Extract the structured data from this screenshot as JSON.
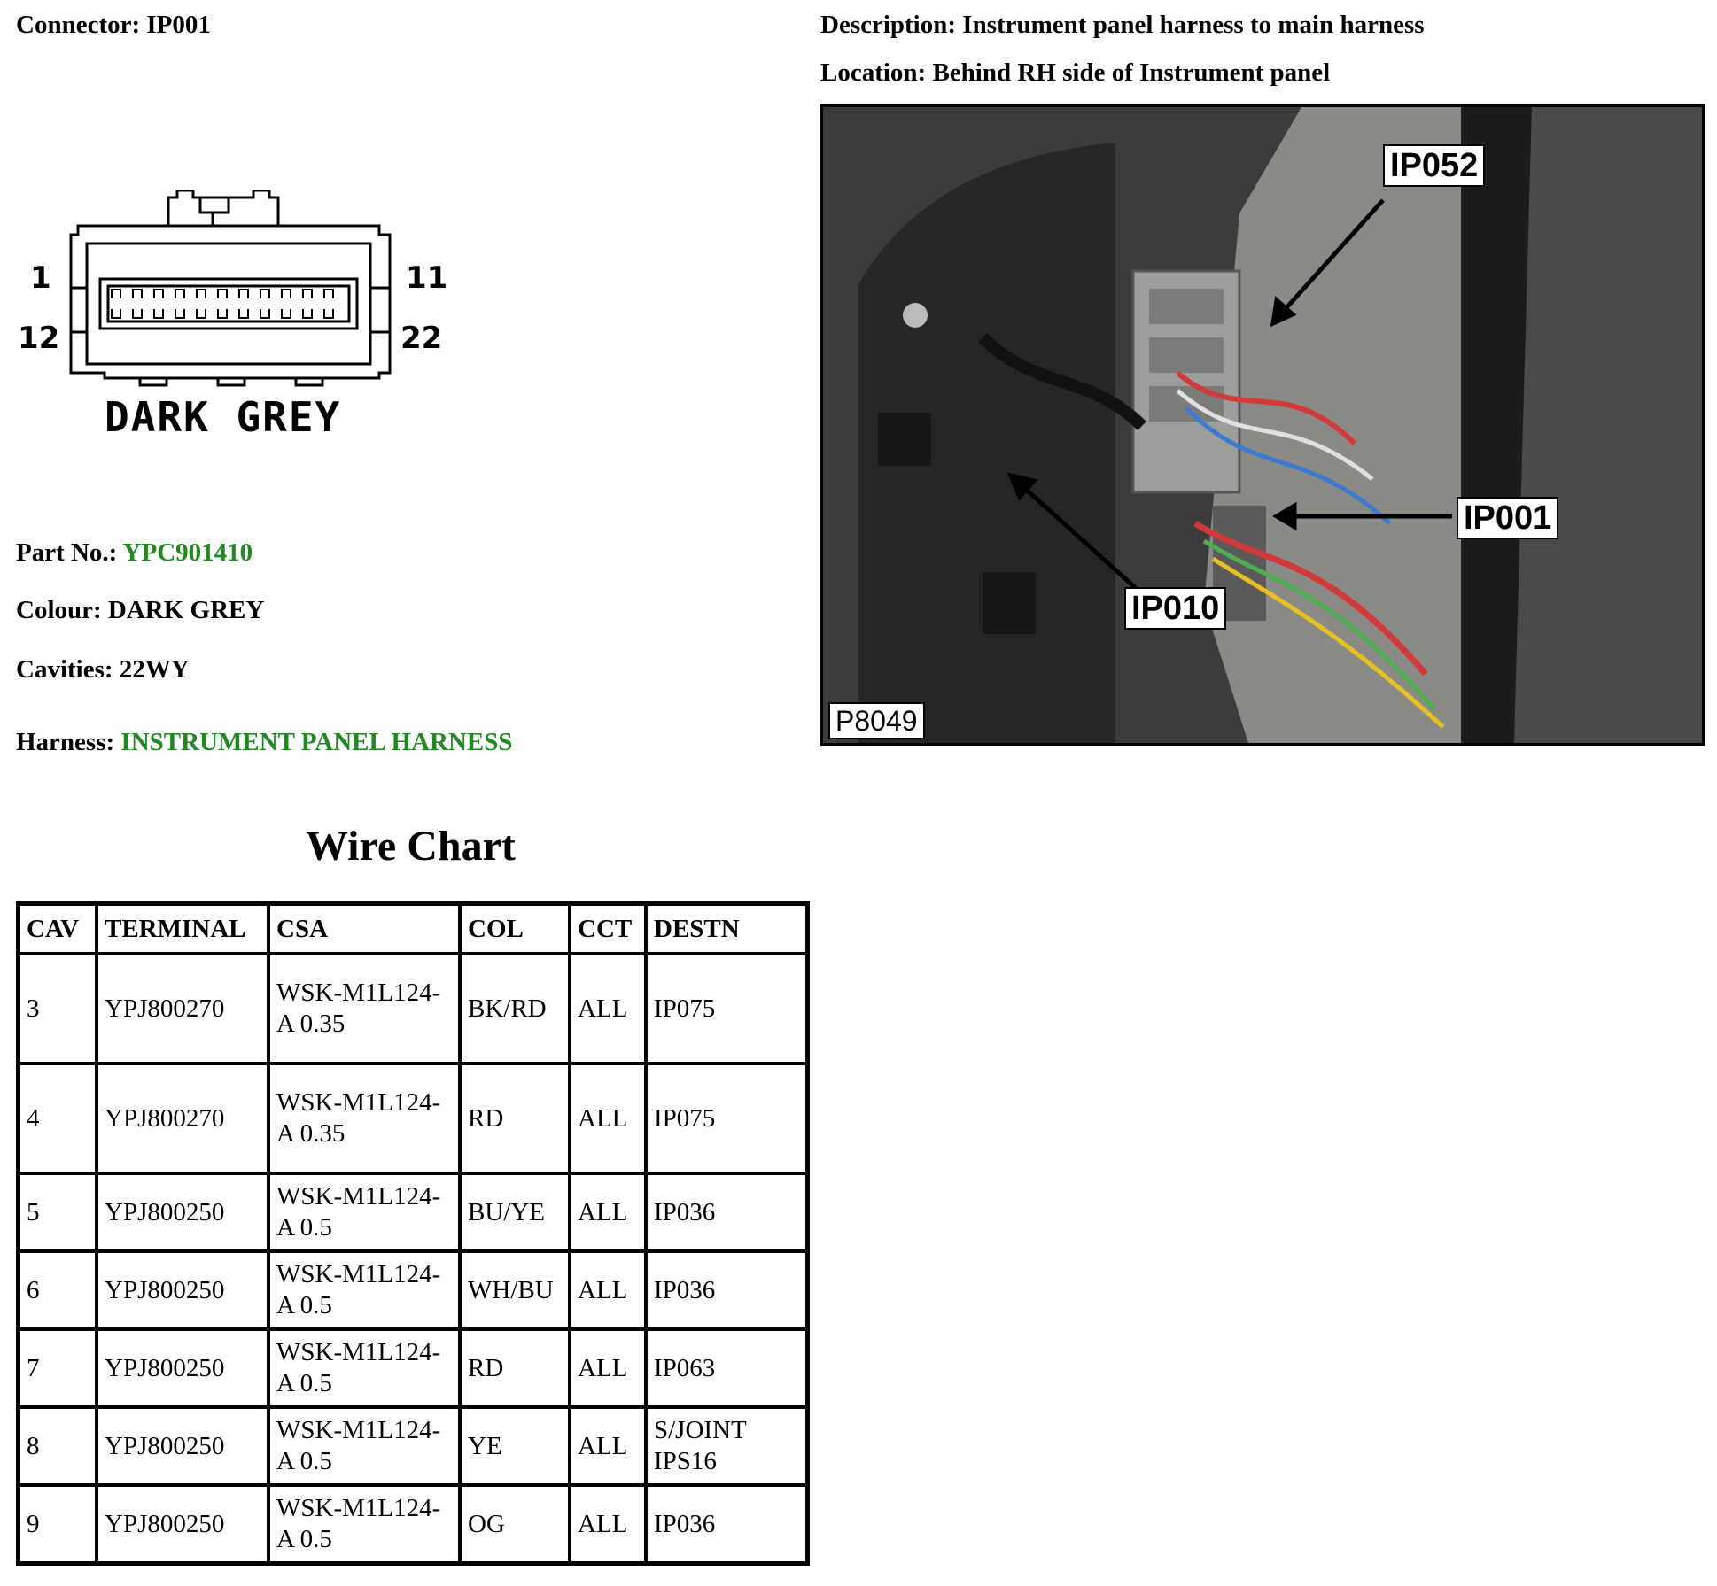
{
  "connector": {
    "label": "Connector:",
    "value": "IP001"
  },
  "diagram": {
    "pins": {
      "top_left": "1",
      "top_right": "11",
      "bottom_left": "12",
      "bottom_right": "22"
    },
    "color_label": "DARK GREY"
  },
  "part_no": {
    "label": "Part No.:",
    "value": "YPC901410"
  },
  "colour": {
    "label": "Colour:",
    "value": "DARK GREY"
  },
  "cavities": {
    "label": "Cavities:",
    "value": "22WY"
  },
  "harness": {
    "label": "Harness:",
    "value": "INSTRUMENT PANEL HARNESS"
  },
  "description": {
    "label": "Description:",
    "value": "Instrument panel harness to main harness"
  },
  "location": {
    "label": "Location:",
    "value": "Behind RH side of Instrument panel"
  },
  "photo": {
    "callouts": {
      "ip052": "IP052",
      "ip001": "IP001",
      "ip010": "IP010"
    },
    "id": "P8049"
  },
  "wire_chart": {
    "title": "Wire Chart",
    "columns": [
      "CAV",
      "TERMINAL",
      "CSA",
      "COL",
      "CCT",
      "DESTN"
    ],
    "rows": [
      {
        "cav": "3",
        "terminal": "YPJ800270",
        "csa": "WSK-M1L124-A 0.35",
        "col": "BK/RD",
        "cct": "ALL",
        "destn": "IP075"
      },
      {
        "cav": "4",
        "terminal": "YPJ800270",
        "csa": "WSK-M1L124-A 0.35",
        "col": "RD",
        "cct": "ALL",
        "destn": "IP075"
      },
      {
        "cav": "5",
        "terminal": "YPJ800250",
        "csa": "WSK-M1L124-A 0.5",
        "col": "BU/YE",
        "cct": "ALL",
        "destn": "IP036"
      },
      {
        "cav": "6",
        "terminal": "YPJ800250",
        "csa": "WSK-M1L124-A 0.5",
        "col": "WH/BU",
        "cct": "ALL",
        "destn": "IP036"
      },
      {
        "cav": "7",
        "terminal": "YPJ800250",
        "csa": "WSK-M1L124-A 0.5",
        "col": "RD",
        "cct": "ALL",
        "destn": "IP063"
      },
      {
        "cav": "8",
        "terminal": "YPJ800250",
        "csa": "WSK-M1L124-A 0.5",
        "col": "YE",
        "cct": "ALL",
        "destn": "S/JOINT IPS16"
      },
      {
        "cav": "9",
        "terminal": "YPJ800250",
        "csa": "WSK-M1L124-A 0.5",
        "col": "OG",
        "cct": "ALL",
        "destn": "IP036"
      }
    ]
  },
  "colors": {
    "green_value": "#1f8a1f",
    "photo_bg": "#3a3a3a"
  }
}
